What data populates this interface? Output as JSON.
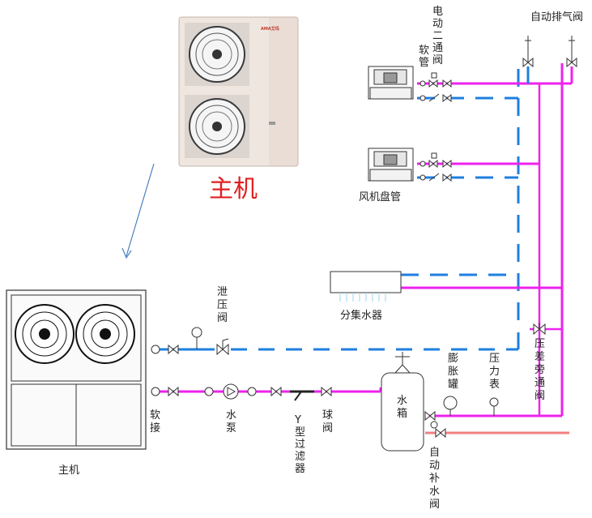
{
  "colors": {
    "supply": "#ee22ee",
    "return": "#1f7fe0",
    "makeup": "#f08080",
    "arrow": "#4a7fc0",
    "title_red": "#e02020"
  },
  "labels": {
    "main_unit_photo": "主机",
    "main_unit": "主机",
    "brand": "AMA艾玛",
    "auto_vent_valve": "自动排气阀",
    "elec_two_way_valve": "电动二通阀",
    "flexible_pipe": "软管",
    "fan_coil": "风机盘管",
    "manifold": "分集水器",
    "relief_valve": "泄压阀",
    "flex_joint": "软接",
    "water_pump": "水泵",
    "y_filter": "Y型过滤器",
    "ball_valve": "球阀",
    "water_tank": "水箱",
    "expansion_tank": "膨胀罐",
    "pressure_gauge": "压力表",
    "diff_bypass_valve": "压差旁通阀",
    "auto_makeup_valve": "自动补水阀"
  }
}
